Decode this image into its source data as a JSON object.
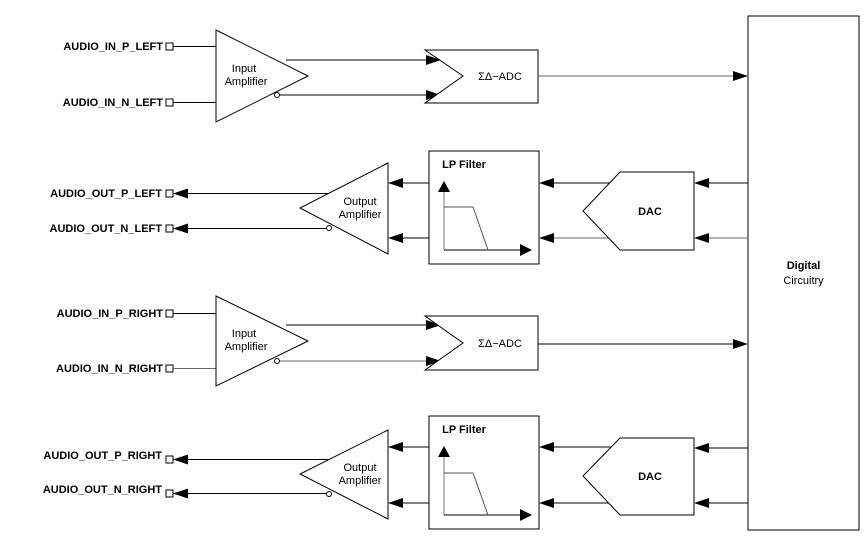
{
  "diagram": {
    "digital_block": {
      "line1": "Digital",
      "line2": "Circuitry"
    },
    "channels": [
      {
        "id": "left",
        "input": {
          "pin_p": "AUDIO_IN_P_LEFT",
          "pin_n": "AUDIO_IN_N_LEFT",
          "amp_line1": "Input",
          "amp_line2": "Amplifier",
          "adc_label": "ΣΔ−ADC"
        },
        "output": {
          "pin_p": "AUDIO_OUT_P_LEFT",
          "pin_n": "AUDIO_OUT_N_LEFT",
          "amp_line1": "Output",
          "amp_line2": "Amplifier",
          "filter_label": "LP Filter",
          "dac_label": "DAC"
        }
      },
      {
        "id": "right",
        "input": {
          "pin_p": "AUDIO_IN_P_RIGHT",
          "pin_n": "AUDIO_IN_N_RIGHT",
          "amp_line1": "Input",
          "amp_line2": "Amplifier",
          "adc_label": "ΣΔ−ADC"
        },
        "output": {
          "pin_p": "AUDIO_OUT_P_RIGHT",
          "pin_n": "AUDIO_OUT_N_RIGHT",
          "amp_line1": "Output",
          "amp_line2": "Amplifier",
          "filter_label": "LP Filter",
          "dac_label": "DAC"
        }
      }
    ]
  }
}
